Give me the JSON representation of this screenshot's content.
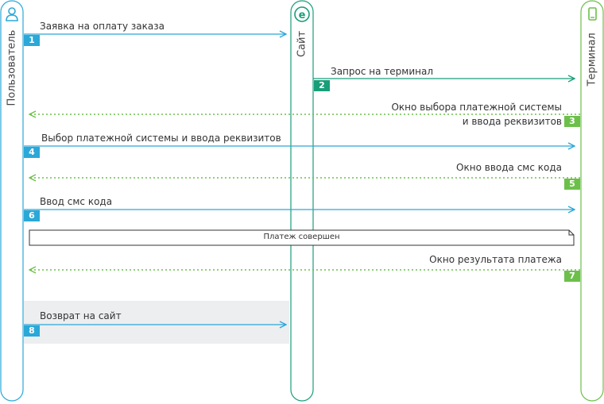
{
  "colors": {
    "user": "#2aa8d8",
    "site": "#1a9e7a",
    "terminal": "#6cc04a",
    "lane_fill_site": "#eef7f4",
    "lane_fill_user": "#eef7fb",
    "lane_fill_terminal": "#f3faee",
    "highlight": "#eceef0"
  },
  "lanes": {
    "user": {
      "title": "Пользователь",
      "icon": "user-icon"
    },
    "site": {
      "title": "Сайт",
      "icon": "e-logo-icon"
    },
    "terminal": {
      "title": "Терминал",
      "icon": "phone-icon"
    }
  },
  "steps": [
    {
      "num": "1",
      "text": "Заявка на оплату заказа"
    },
    {
      "num": "2",
      "text": "Запрос на терминал"
    },
    {
      "num": "3",
      "text_line1": "Окно выбора платежной системы",
      "text_line2": "и ввода реквизитов"
    },
    {
      "num": "4",
      "text": "Выбор платежной системы и ввода реквизитов"
    },
    {
      "num": "5",
      "text": "Окно ввода смс кода"
    },
    {
      "num": "6",
      "text": "Ввод смс кода"
    },
    {
      "num": "7",
      "text": "Окно результата платежа"
    },
    {
      "num": "8",
      "text": "Возврат на сайт"
    }
  ],
  "note": "Платеж совершен"
}
